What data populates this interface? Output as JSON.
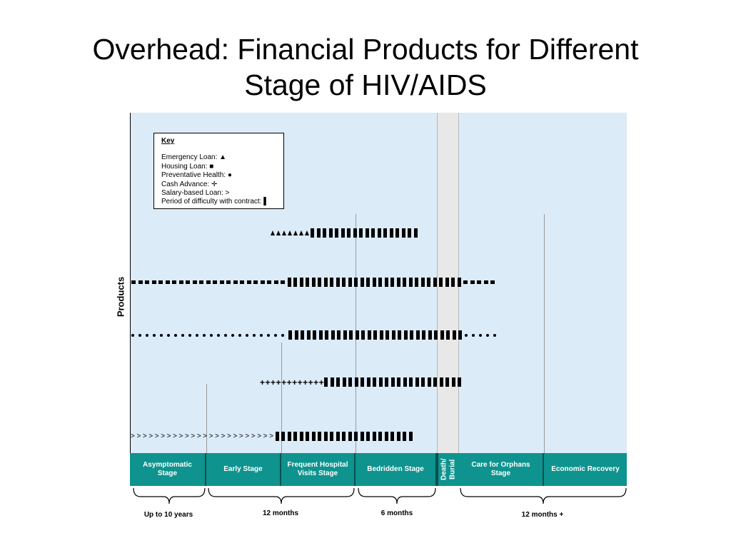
{
  "title_line1": "Overhead:  Financial Products for Different",
  "title_line2": "Stage of HIV/AIDS",
  "y_axis_label": "Products",
  "key": {
    "title": "Key",
    "items": [
      "Emergency Loan: ▲",
      "Housing Loan: ■",
      "Preventative Health: ●",
      "Cash Advance: ✛",
      "Salary-based Loan: >",
      "Period of difficulty with contract: ▌"
    ]
  },
  "products": [
    {
      "product": "Emergency Loan",
      "symbol": "triangle",
      "symbol_count": 7,
      "difficulty_count": 18
    },
    {
      "product": "Housing Loan",
      "symbol": "square",
      "symbol_count": 23,
      "difficulty_count": 29,
      "after_symbol_count": 5
    },
    {
      "product": "Preventative Health",
      "symbol": "dot",
      "symbol_count": 22,
      "difficulty_count": 29,
      "after_symbol_count": 5
    },
    {
      "product": "Cash Advance",
      "symbol": "plus",
      "symbol_count": 12,
      "difficulty_count": 23
    },
    {
      "product": "Salary-based Loan",
      "symbol": "gt",
      "symbol_count": 24,
      "difficulty_count": 23
    }
  ],
  "stages": [
    {
      "label": "Asymptomatic Stage"
    },
    {
      "label": "Early Stage"
    },
    {
      "label": "Frequent Hospital Visits Stage"
    },
    {
      "label": "Bedridden Stage"
    },
    {
      "label": "Death/ Burial"
    },
    {
      "label": "Care for Orphans Stage"
    },
    {
      "label": "Economic Recovery"
    }
  ],
  "durations": [
    {
      "label": "Up to 10 years"
    },
    {
      "label": "12 months"
    },
    {
      "label": "6 months"
    },
    {
      "label": "12 months +"
    }
  ],
  "colors": {
    "plot_bg": "#dcebf8",
    "stage_bg": "#0e938e",
    "death_band": "#e8e8e8"
  }
}
